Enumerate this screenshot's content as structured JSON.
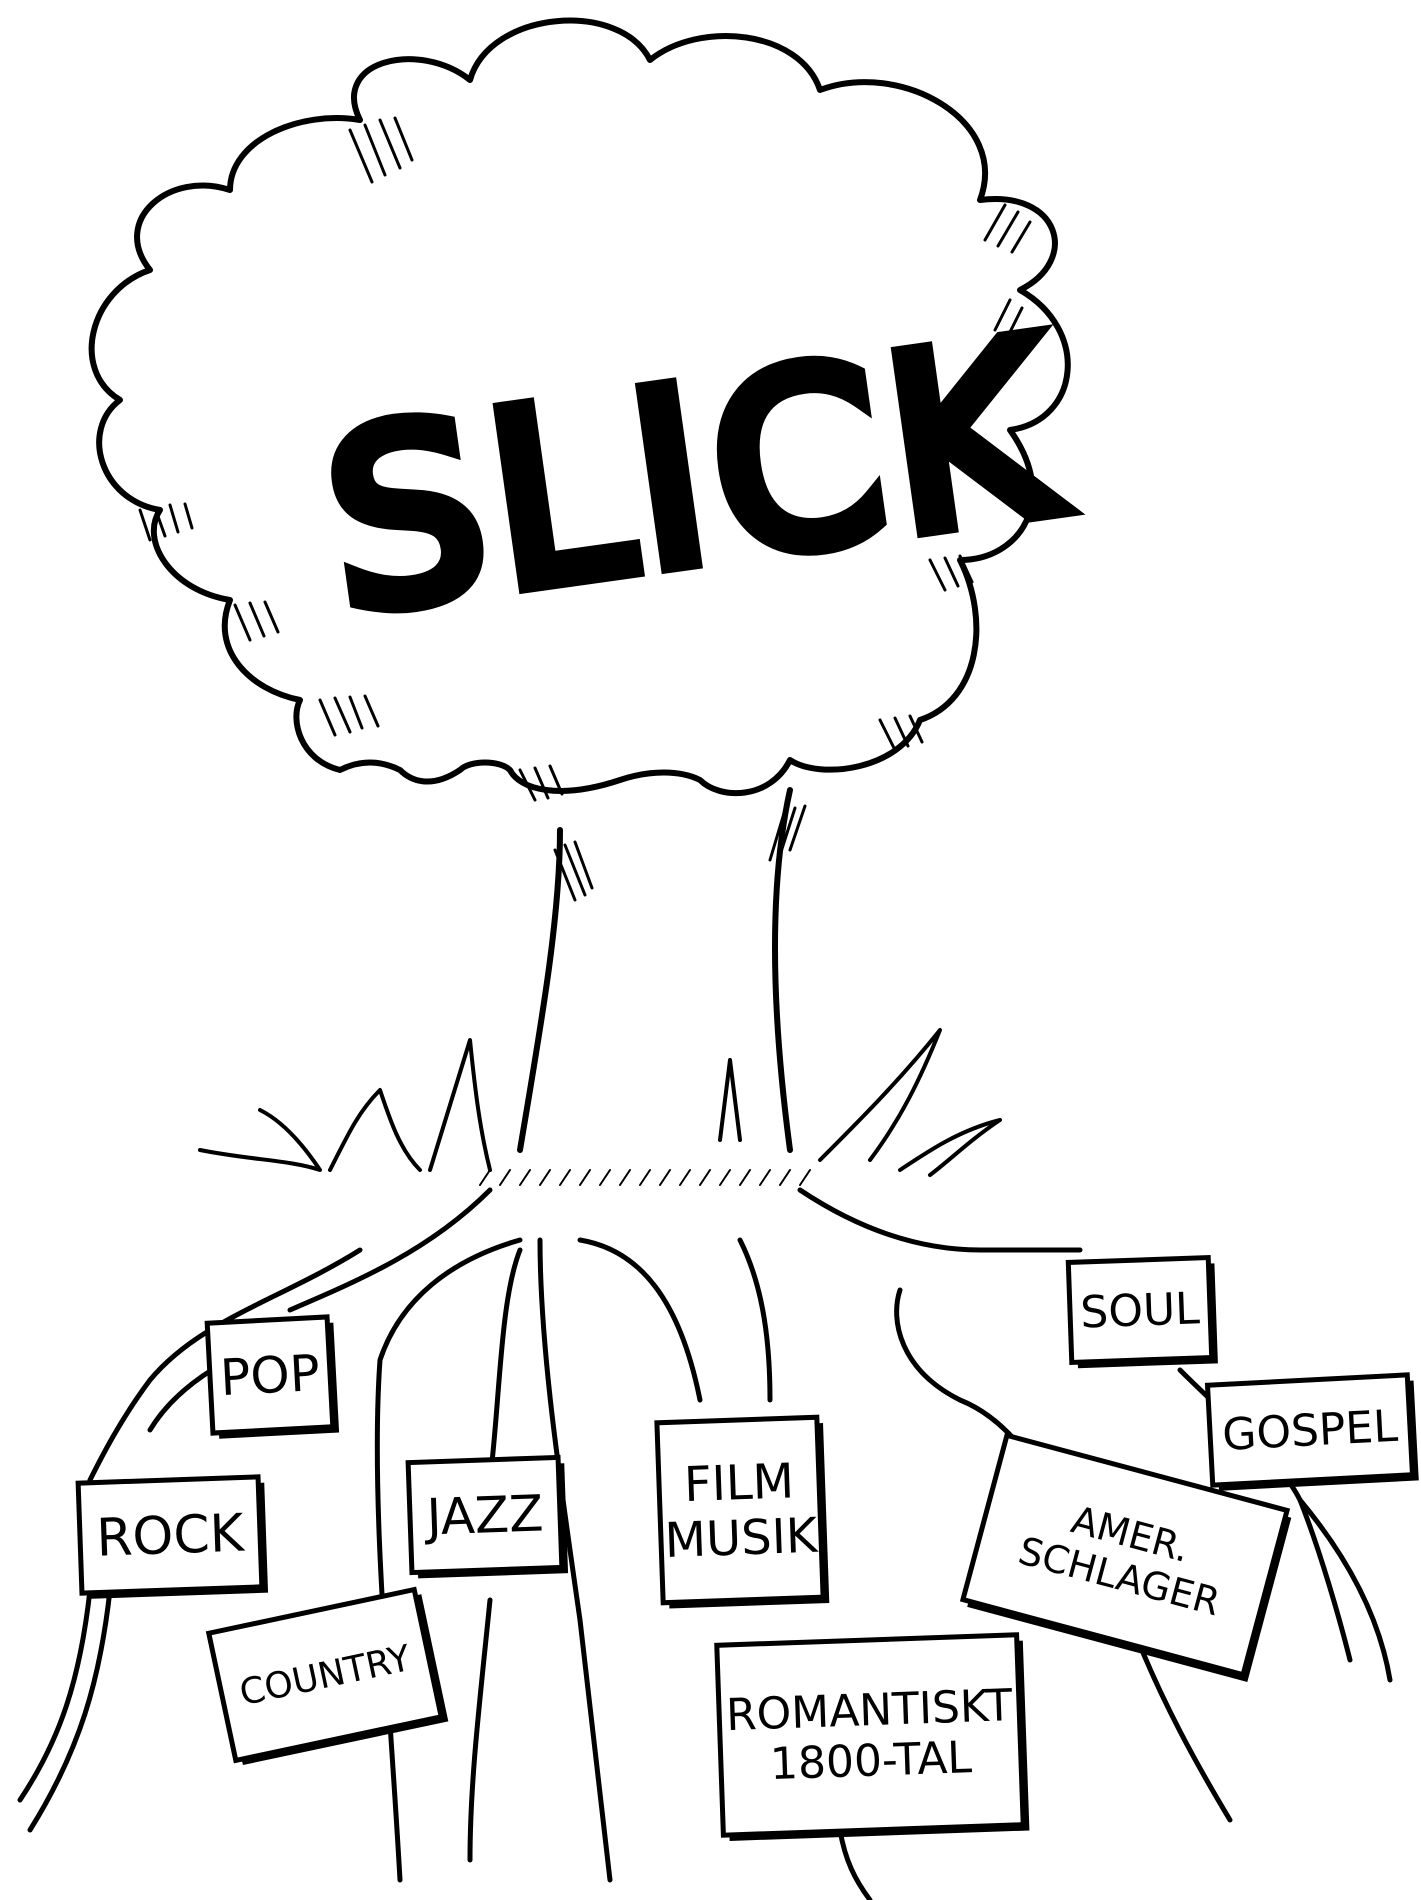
{
  "title": "SLICK",
  "colors": {
    "ink": "#000000",
    "paper": "#ffffff"
  },
  "labels": [
    "SOUL",
    "POP",
    "GOSPEL",
    "ROCK",
    "JAZZ",
    [
      "FILM",
      "MUSIK"
    ],
    [
      "AMER.",
      "SCHLAGER"
    ],
    "COUNTRY",
    [
      "ROMANTISKT",
      "1800-TAL"
    ]
  ]
}
